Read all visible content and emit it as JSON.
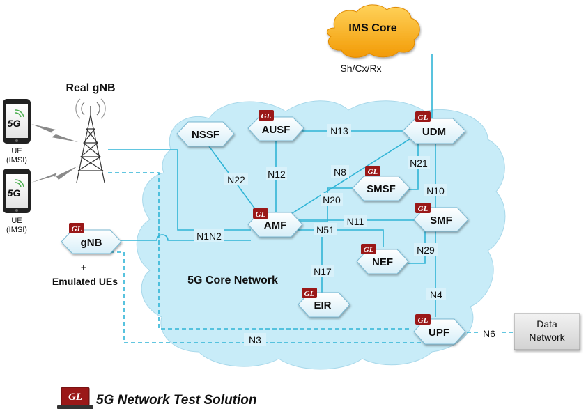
{
  "ims_core": "IMS Core",
  "ims_interface": "Sh/Cx/Rx",
  "real_gnb": "Real gNB",
  "ue_label_1": "UE",
  "ue_sub_1": "(IMSI)",
  "ue_label_2": "UE",
  "ue_sub_2": "(IMSI)",
  "ue_badge": "5G",
  "gl_badge": "GL",
  "core_network": "5G Core Network",
  "nodes": {
    "nssf": "NSSF",
    "ausf": "AUSF",
    "udm": "UDM",
    "smsf": "SMSF",
    "amf": "AMF",
    "smf": "SMF",
    "nef": "NEF",
    "eir": "EIR",
    "upf": "UPF",
    "gnb": "gNB"
  },
  "gnb_plus": "+",
  "emulated_ues": "Emulated UEs",
  "data_network_line1": "Data",
  "data_network_line2": "Network",
  "interfaces": {
    "n13": "N13",
    "n12": "N12",
    "n22": "N22",
    "n8": "N8",
    "n21": "N21",
    "n20": "N20",
    "n10": "N10",
    "n11": "N11",
    "n51": "N51",
    "n1n2": "N1N2",
    "n29": "N29",
    "n17": "N17",
    "n4": "N4",
    "n3": "N3",
    "n6": "N6"
  },
  "footer_title": "5G Network Test Solution",
  "colors": {
    "cloud": "#c8ecf8",
    "line": "#2fb4d6",
    "gl_red": "#9a1818",
    "ims_orange": "#f5a20a"
  }
}
